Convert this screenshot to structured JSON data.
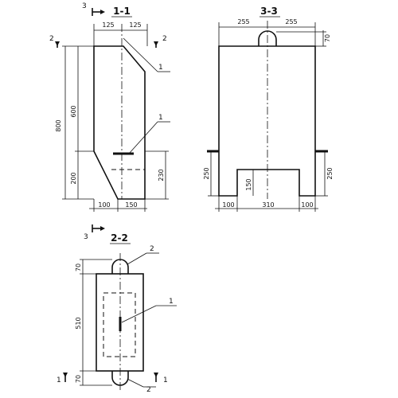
{
  "sections": {
    "s11": {
      "title": "1-1",
      "dims": [
        "125",
        "125",
        "800",
        "600",
        "200",
        "230",
        "100",
        "150"
      ]
    },
    "s33": {
      "title": "3-3",
      "dims": [
        "255",
        "255",
        "70",
        "250",
        "250",
        "150",
        "100",
        "310",
        "100"
      ]
    },
    "s22": {
      "title": "2-2",
      "dims": [
        "70",
        "510",
        "70"
      ]
    }
  },
  "markers": {
    "num1": "1",
    "num2": "2",
    "num3": "3"
  }
}
